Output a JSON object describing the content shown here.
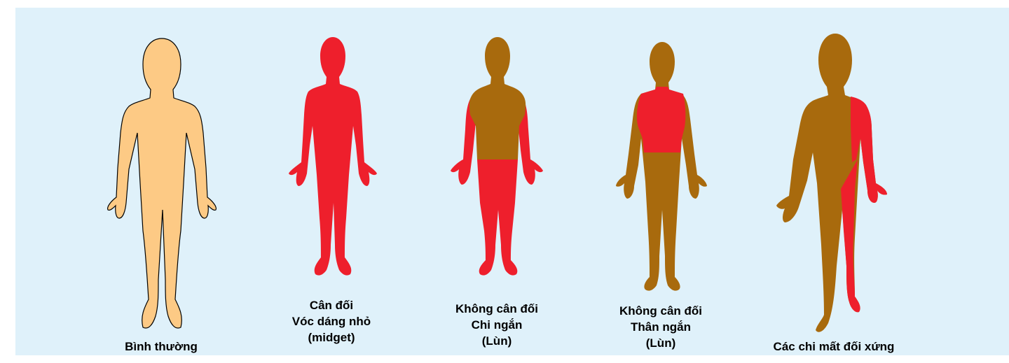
{
  "figures": [
    {
      "id": "normal",
      "lines": [
        "Bình thường"
      ],
      "body_color": "#fdca85",
      "outline": "#000000"
    },
    {
      "id": "proportionate",
      "lines": [
        "Cân đối",
        "Vóc dáng nhỏ",
        "(midget)"
      ],
      "body_color": "#ee1f2c"
    },
    {
      "id": "short-limb",
      "lines": [
        "Không cân đối",
        "Chi ngắn",
        "(Lùn)"
      ],
      "trunk_color": "#a86a0d",
      "limb_color": "#ee1f2c"
    },
    {
      "id": "short-trunk",
      "lines": [
        "Không cân đối",
        "Thân ngắn",
        "(Lùn)"
      ],
      "trunk_color": "#ee1f2c",
      "limb_color": "#a86a0d"
    },
    {
      "id": "asymmetric",
      "lines": [
        "Các chi mất đối xứng"
      ],
      "body_color": "#a86a0d",
      "highlight_color": "#ee1f2c"
    }
  ],
  "background": "#dff1fa"
}
